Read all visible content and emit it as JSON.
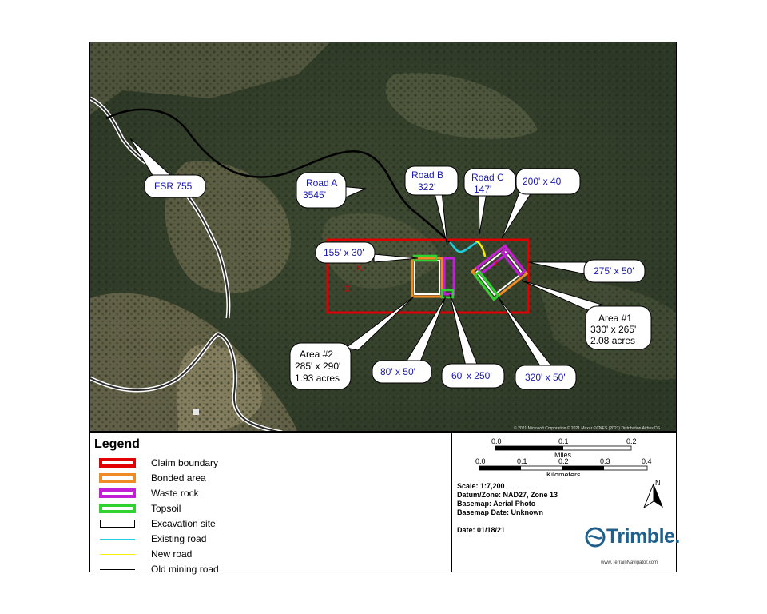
{
  "callouts": {
    "fsr": "FSR 755",
    "road_a": [
      "Road A",
      "3545'"
    ],
    "road_b": [
      "Road B",
      "322'"
    ],
    "road_c": [
      "Road C",
      "147'"
    ],
    "d200x40": "200' x 40'",
    "d155x30": "155' x 30'",
    "d275x50": "275' x 50'",
    "area1": [
      "Area #1",
      "330' x 265'",
      "2.08 acres"
    ],
    "area2": [
      "Area #2",
      "285' x 290'",
      "1.93 acres"
    ],
    "d80x50": "80' x 50'",
    "d60x250": "60' x 250'",
    "d320x50": "320' x 50'"
  },
  "map_marks": {
    "excavation_marker": "X",
    "attribution": "© 2021 Microsoft Corporation © 2021 Maxar ©CNES (2021) Distribution Airbus DS"
  },
  "legend": {
    "title": "Legend",
    "items": [
      {
        "label": "Claim boundary",
        "color": "#e00000",
        "kind": "box"
      },
      {
        "label": "Bonded area",
        "color": "#f08a24",
        "kind": "box"
      },
      {
        "label": "Waste rock",
        "color": "#c21fd6",
        "kind": "box"
      },
      {
        "label": "Topsoil",
        "color": "#2fd22f",
        "kind": "box"
      },
      {
        "label": "Excavation site",
        "color": "#000000",
        "kind": "box"
      },
      {
        "label": "Existing road",
        "color": "#1fd0e0",
        "kind": "line"
      },
      {
        "label": "New road",
        "color": "#f2f200",
        "kind": "line"
      },
      {
        "label": "Old mining road",
        "color": "#000000",
        "kind": "line"
      }
    ]
  },
  "scale": {
    "miles_ticks": [
      "0.0",
      "0.1",
      "0.2"
    ],
    "miles_label": "Miles",
    "km_ticks": [
      "0.0",
      "0.1",
      "0.2",
      "0.3",
      "0.4"
    ],
    "km_label": "Kilometers"
  },
  "info": {
    "scale": "Scale: 1:7,200",
    "datum": "Datum/Zone: NAD27, Zone 13",
    "basemap": "Basemap: Aerial Photo",
    "basemap_date": "Basemap Date: Unknown",
    "date": "Date: 01/18/21"
  },
  "north_label": "N",
  "logo": {
    "name": "Trimble.",
    "small_text": "www.TerrainNavigator.com"
  },
  "colors": {
    "claim": "#e00000",
    "bonded": "#f08a24",
    "waste": "#c21fd6",
    "topsoil": "#2fd22f",
    "existing_road": "#1fd0e0",
    "new_road": "#f2f200",
    "callout_text": "#1a1ab0"
  }
}
